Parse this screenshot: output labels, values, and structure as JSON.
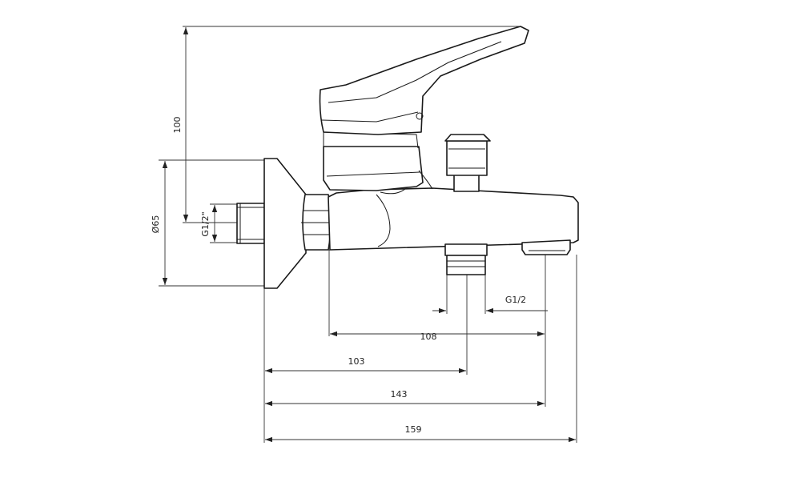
{
  "dimensions": {
    "height": "100",
    "diameter": "Ø65",
    "wall_thread": "G1/2\"",
    "outlet_thread": "G1/2",
    "d108": "108",
    "d103": "103",
    "d143": "143",
    "d159": "159"
  },
  "colors": {
    "line": "#1a1a1a",
    "background": "#ffffff"
  }
}
